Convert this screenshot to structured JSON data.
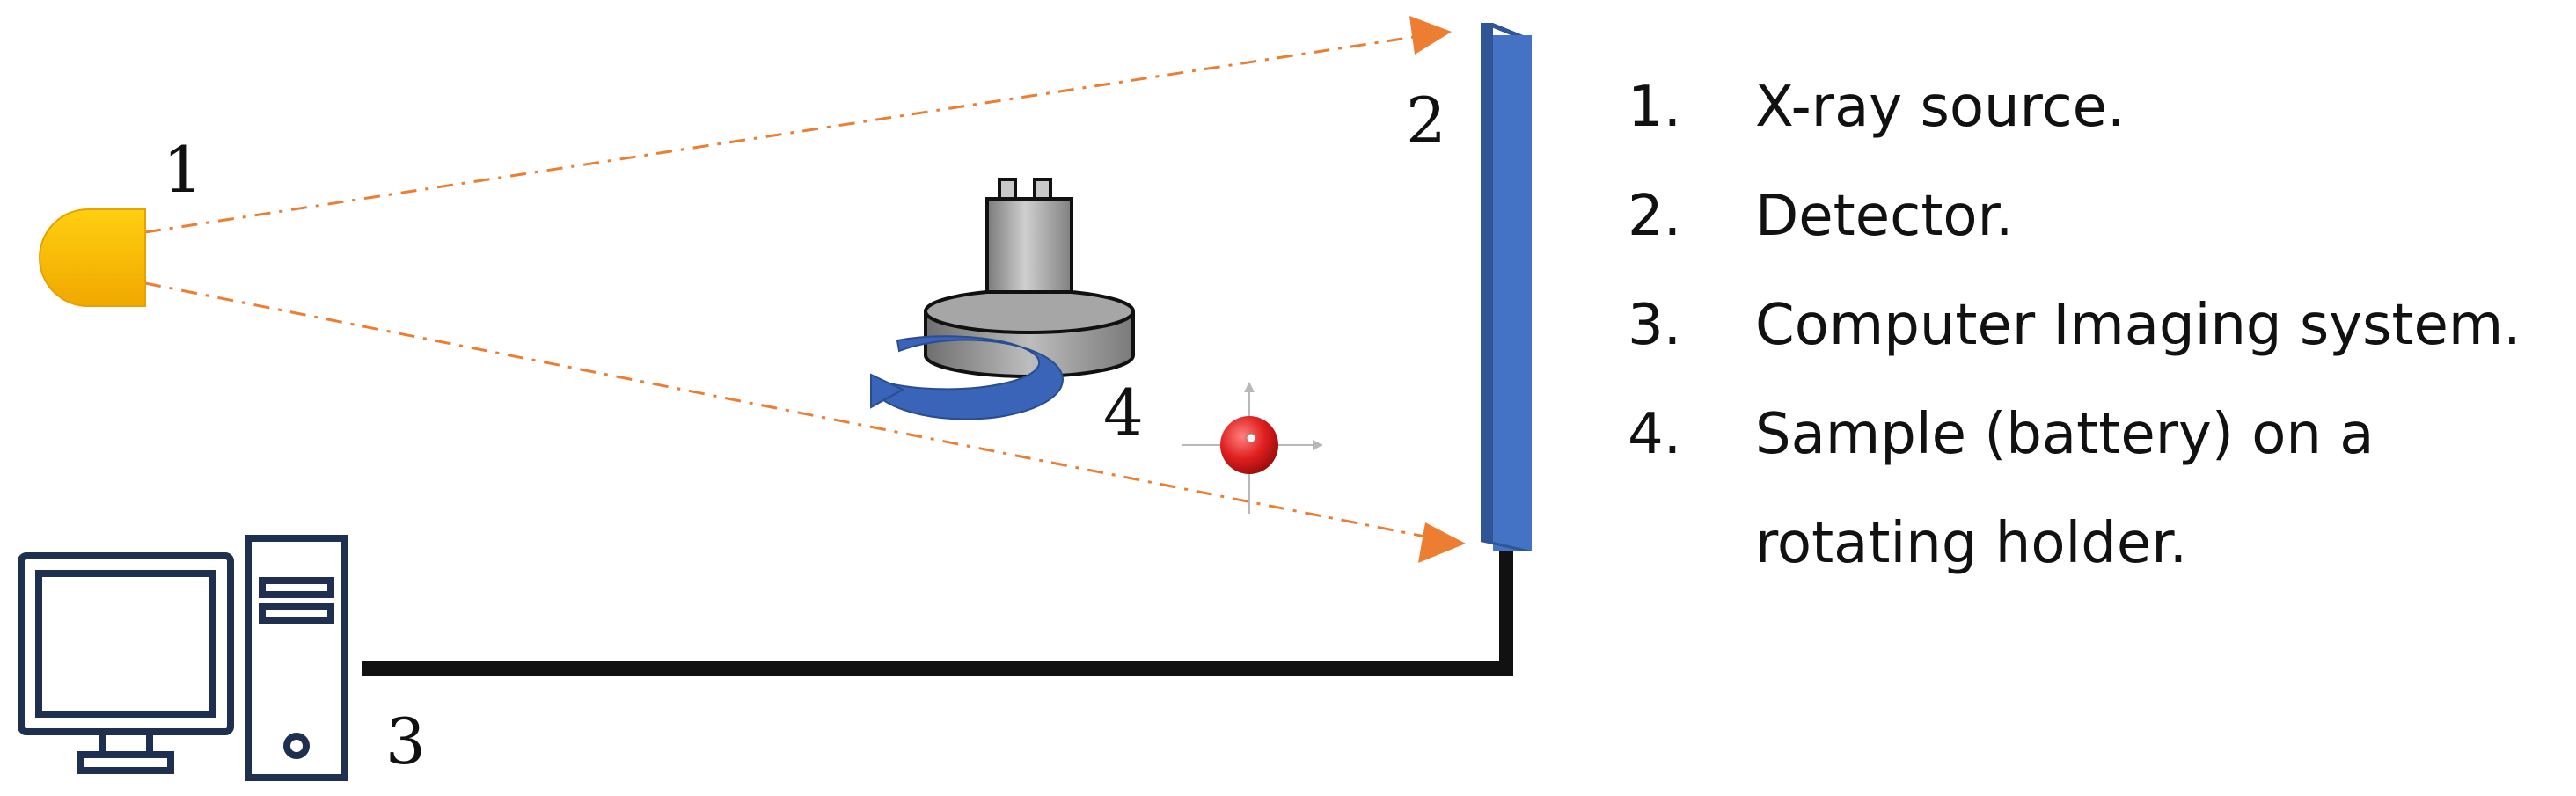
{
  "labels": {
    "source": "1",
    "detector": "2",
    "computer": "3",
    "sample": "4"
  },
  "legend": [
    {
      "num": "1.",
      "text": "X-ray source."
    },
    {
      "num": "2.",
      "text": "Detector."
    },
    {
      "num": "3.",
      "text": "Computer Imaging system."
    },
    {
      "num": "4.",
      "text": "Sample (battery) on a rotating holder."
    }
  ],
  "colors": {
    "source": "#f5b800",
    "beam": "#ed7d31",
    "detector": "#4472c4",
    "detector_edge": "#2f5597",
    "cable": "#111111",
    "computer": "#1f2f4f",
    "holder": "#a6a6a6",
    "rotation_arrow": "#3a64b8",
    "marker": "#e02020"
  },
  "icons": {
    "source": "xray-source-icon",
    "detector": "detector-panel-icon",
    "computer": "computer-icon",
    "sample": "battery-icon",
    "holder": "rotating-holder-icon",
    "rotation": "rotation-arrow-icon",
    "marker": "axis-marker-icon"
  }
}
